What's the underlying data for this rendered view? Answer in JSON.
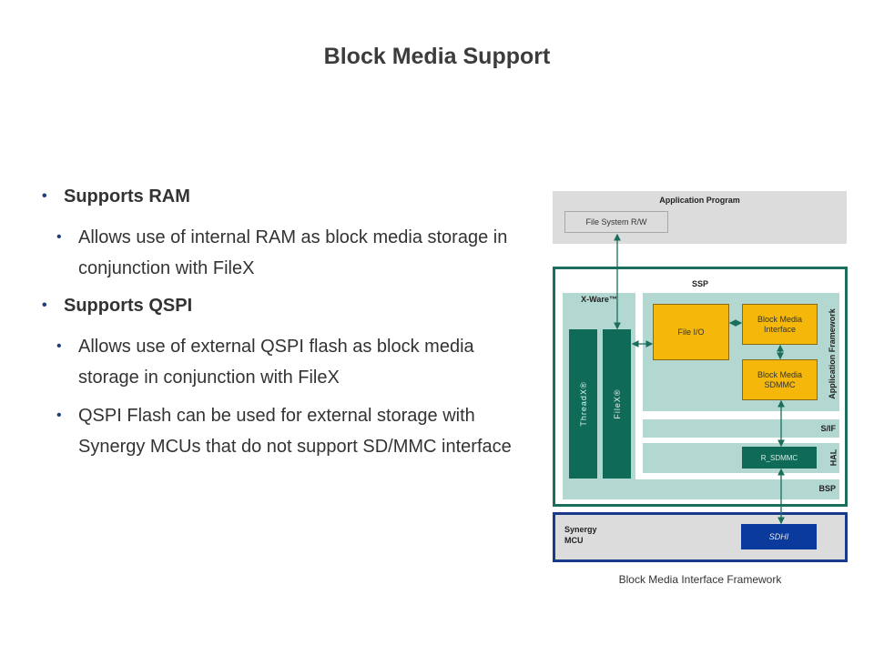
{
  "slide": {
    "title": "Block Media Support"
  },
  "bullets": [
    {
      "label": "Supports RAM",
      "sub": [
        "Allows use of internal RAM as block media storage in conjunction with FileX"
      ]
    },
    {
      "label": "Supports QSPI",
      "sub": [
        "Allows use of external QSPI flash as block media storage in conjunction with FileX",
        "QSPI Flash can be used for external storage with Synergy MCUs that do not support SD/MMC interface"
      ]
    }
  ],
  "diagram": {
    "app_program": "Application Program",
    "file_system_rw": "File System R/W",
    "ssp": "SSP",
    "xware": "X-Ware™",
    "threadx": "ThreadX®",
    "filex": "FileX®",
    "file_io": "File I/O",
    "block_media_interface": "Block Media Interface",
    "block_media_sdmmc": "Block Media SDMMC",
    "application_framework": "Application Framework",
    "sif": "S/IF",
    "hal": "HAL",
    "r_sdmmc": "R_SDMMC",
    "bsp": "BSP",
    "synergy_mcu_line1": "Synergy",
    "synergy_mcu_line2": "MCU",
    "sdhi": "SDHI",
    "caption": "Block Media Interface Framework",
    "colors": {
      "teal_dark": "#0f6b58",
      "teal_light": "#b3d7d1",
      "yellow": "#f5b80a",
      "navy": "#0a3a9c",
      "gray": "#dcdcdc"
    }
  }
}
